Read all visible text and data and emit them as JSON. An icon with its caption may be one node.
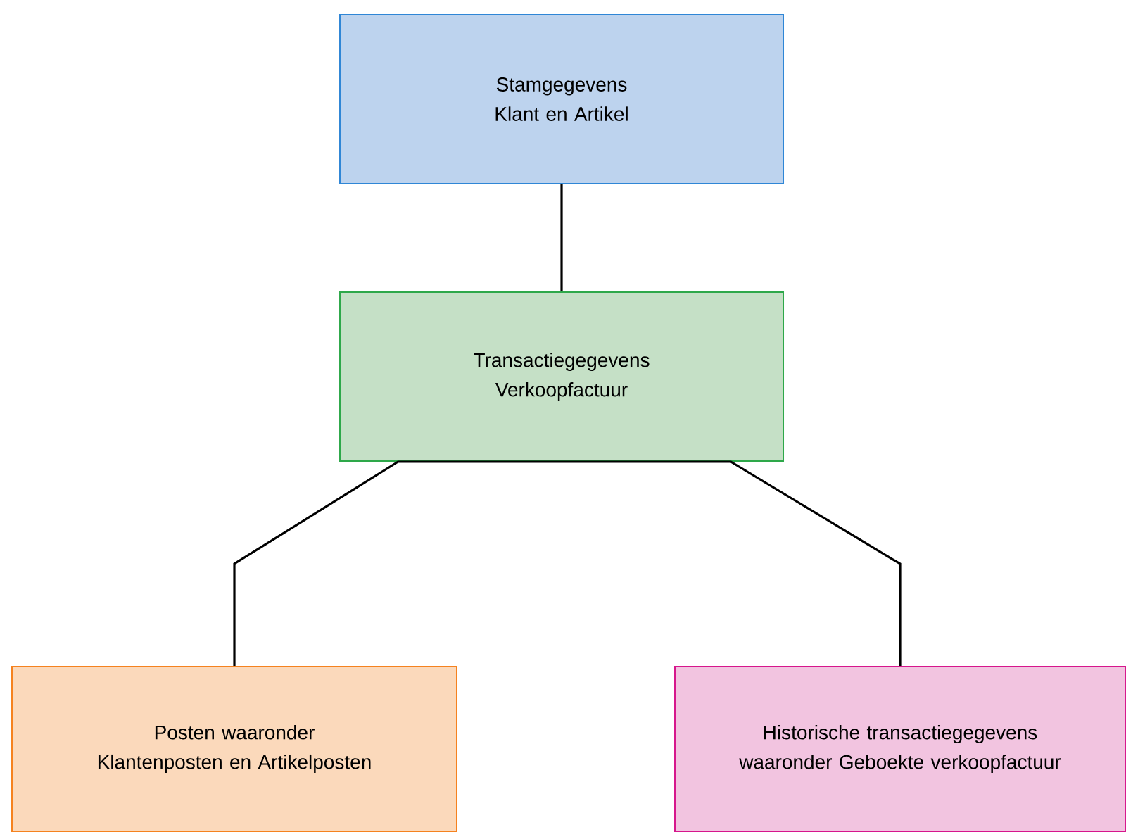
{
  "diagram": {
    "nodes": [
      {
        "text": [
          "Stamgegevens",
          "Klant en Artikel"
        ]
      },
      {
        "text": [
          "Transactiegegevens",
          "Verkoopfactuur"
        ]
      },
      {
        "text": [
          "Posten waaronder Klantenposten en Artikelposten"
        ]
      },
      {
        "text": [
          "Historische transactiegegevens waaronder Geboekte verkoopfactuur"
        ]
      }
    ],
    "edges": [
      {
        "from": 0,
        "to": 1,
        "arrow": "none"
      },
      {
        "from": 1,
        "to": 2,
        "arrow": "none"
      },
      {
        "from": 1,
        "to": 3,
        "arrow": "none"
      }
    ]
  }
}
